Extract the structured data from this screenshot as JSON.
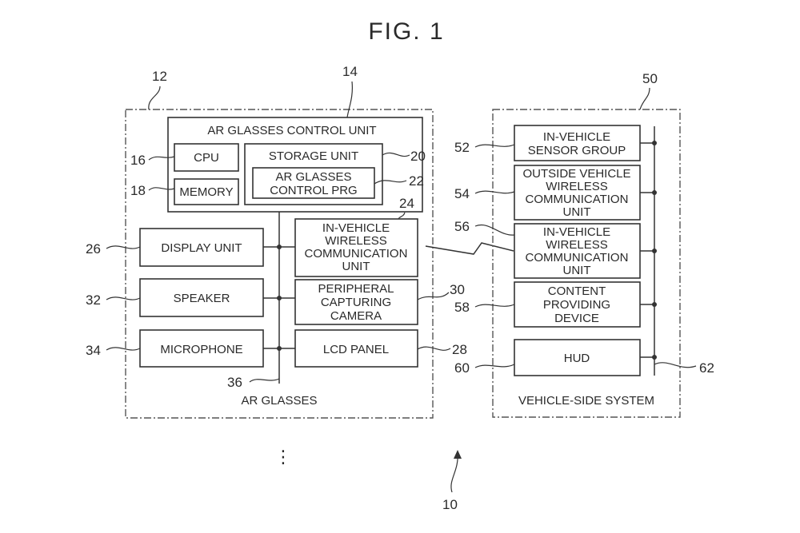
{
  "figure_title": "FIG. 1",
  "system_ref": "10",
  "ar_glasses": {
    "ref": "12",
    "caption": "AR GLASSES",
    "bus_ref": "36",
    "ellipsis": "⋮",
    "control_unit": {
      "ref": "14",
      "label": "AR GLASSES CONTROL UNIT",
      "cpu": {
        "ref": "16",
        "label": "CPU"
      },
      "memory": {
        "ref": "18",
        "label": "MEMORY"
      },
      "storage": {
        "ref": "20",
        "label": "STORAGE UNIT"
      },
      "program": {
        "ref": "22",
        "lines": [
          "AR GLASSES",
          "CONTROL PRG"
        ]
      }
    },
    "display": {
      "ref": "26",
      "label": "DISPLAY UNIT"
    },
    "speaker": {
      "ref": "32",
      "label": "SPEAKER"
    },
    "microphone": {
      "ref": "34",
      "label": "MICROPHONE"
    },
    "wireless": {
      "ref": "24",
      "lines": [
        "IN-VEHICLE",
        "WIRELESS",
        "COMMUNICATION",
        "UNIT"
      ]
    },
    "camera": {
      "ref": "30",
      "lines": [
        "PERIPHERAL",
        "CAPTURING",
        "CAMERA"
      ]
    },
    "lcd": {
      "ref": "28",
      "label": "LCD PANEL"
    }
  },
  "vehicle_system": {
    "ref": "50",
    "caption": "VEHICLE-SIDE SYSTEM",
    "bus_ref": "62",
    "sensor": {
      "ref": "52",
      "lines": [
        "IN-VEHICLE",
        "SENSOR GROUP"
      ]
    },
    "outside_comm": {
      "ref": "54",
      "lines": [
        "OUTSIDE VEHICLE",
        "WIRELESS",
        "COMMUNICATION",
        "UNIT"
      ]
    },
    "invehicle_comm": {
      "ref": "56",
      "lines": [
        "IN-VEHICLE",
        "WIRELESS",
        "COMMUNICATION",
        "UNIT"
      ]
    },
    "content": {
      "ref": "58",
      "lines": [
        "CONTENT",
        "PROVIDING",
        "DEVICE"
      ]
    },
    "hud": {
      "ref": "60",
      "label": "HUD"
    }
  }
}
